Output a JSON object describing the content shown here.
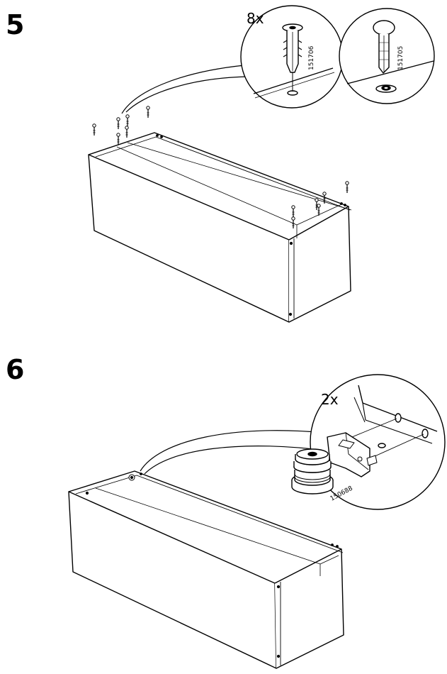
{
  "steps": [
    {
      "number": "5",
      "callouts": [
        {
          "quantity": "8x",
          "part_number": "151706"
        },
        {
          "part_number": "151705"
        }
      ]
    },
    {
      "number": "6",
      "callouts": [
        {
          "quantity": "2x",
          "part_number": "150688"
        }
      ]
    }
  ]
}
